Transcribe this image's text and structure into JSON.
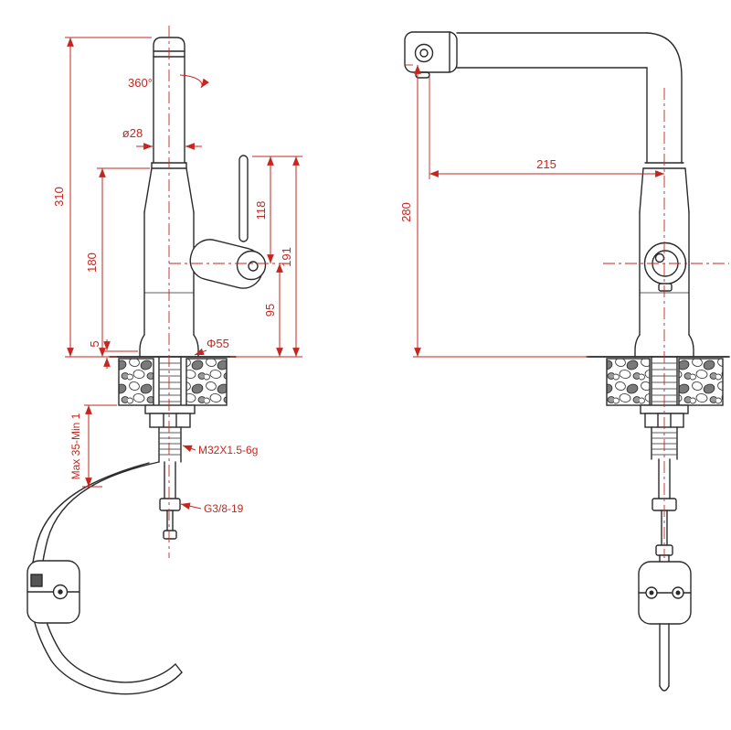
{
  "page": {
    "title": "Kitchen faucet technical drawing",
    "background": "#ffffff"
  },
  "colors": {
    "geometry": "#2a2a2a",
    "dimension": "#c5261f"
  },
  "left_view": {
    "rotation": "360°",
    "spout_diameter": "ø28",
    "overall_height": "310",
    "spout_base_height": "180",
    "base_plate_height": "5",
    "lever_length": "118",
    "lever_top_height": "191",
    "handle_axis_height": "95",
    "base_diameter": "Φ55",
    "mounting_range": "Max 35-Min 1",
    "mounting_thread": "M32X1.5-6g",
    "hose_thread": "G3/8-19"
  },
  "right_view": {
    "spout_reach": "215",
    "spout_height": "280"
  }
}
